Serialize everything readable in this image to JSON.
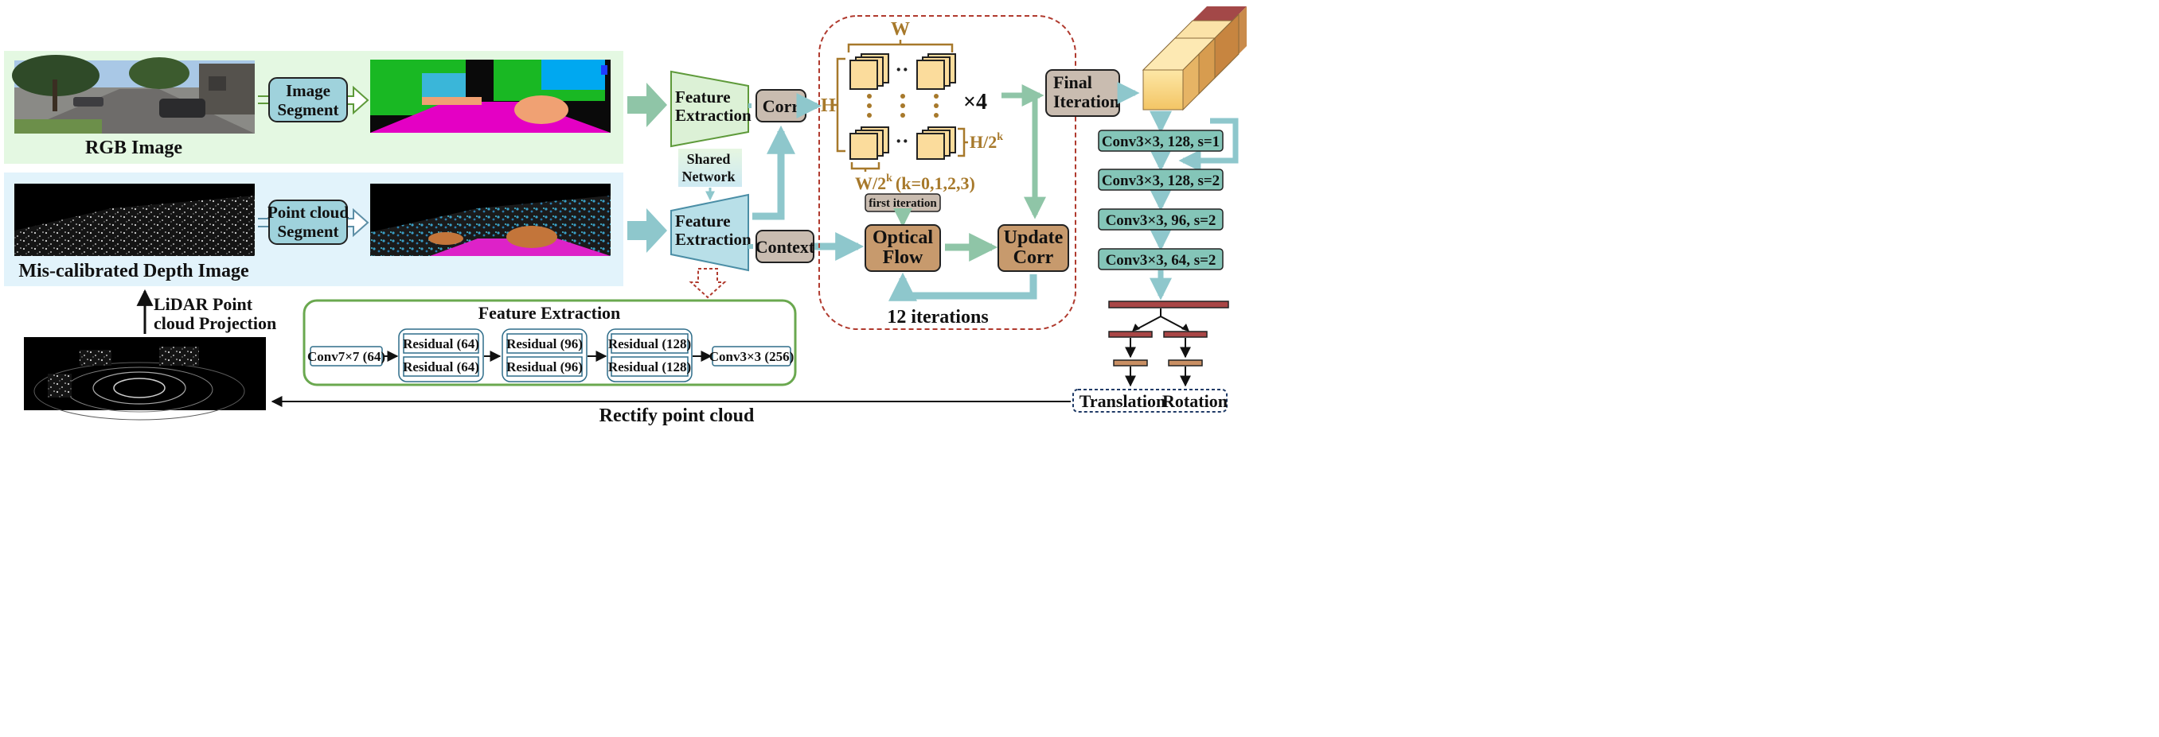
{
  "inputs": {
    "rgb_label": "RGB Image",
    "depth_label": "Mis-calibrated Depth Image",
    "image_segment": [
      "Image",
      "Segment"
    ],
    "pointcloud_segment": [
      "Point cloud",
      "Segment"
    ],
    "lidar_projection": [
      "LiDAR Point",
      "cloud Projection"
    ]
  },
  "encoder": {
    "feature_extraction_top": [
      "Feature",
      "Extraction"
    ],
    "feature_extraction_bottom": [
      "Feature",
      "Extraction"
    ],
    "shared_network": [
      "Shared",
      "Network"
    ],
    "corr": "Corr",
    "context": "Context"
  },
  "pyramid": {
    "w_label": "W",
    "h_label": "H",
    "dots": "··",
    "h_scale": "H/2",
    "h_sup": "k",
    "w_scale": "W/2",
    "w_sup": "k",
    "k_range": "(k=0,1,2,3)",
    "times4": "×4",
    "first_iteration": "first iteration",
    "optical_flow": [
      "Optical",
      "Flow"
    ],
    "update_corr": [
      "Update",
      "Corr"
    ],
    "iterations": "12 iterations"
  },
  "head": {
    "final_iteration": [
      "Final",
      "Iteration"
    ],
    "convs": [
      "Conv3×3, 128, s=1",
      "Conv3×3, 128, s=2",
      "Conv3×3, 96, s=2",
      "Conv3×3, 64, s=2"
    ],
    "translation": "Translation",
    "rotation": "Rotation"
  },
  "feature_extraction_detail": {
    "title": "Feature Extraction",
    "conv_in": "Conv7×7 (64)",
    "residual_groups": [
      [
        "Residual (64)",
        "Residual (64)"
      ],
      [
        "Residual (96)",
        "Residual (96)"
      ],
      [
        "Residual (128)",
        "Residual (128)"
      ]
    ],
    "conv_out": "Conv3×3 (256)"
  },
  "rectify": "Rectify point cloud",
  "colors": {
    "green_panel": "#e4f8e2",
    "blue_panel": "#e2f3fb",
    "teal_box": "#9fd2dc",
    "teal_conv": "#84c5b8",
    "brown_box": "#c79a6d",
    "tan_box": "#c9bcb0",
    "arrow_teal": "#8ec7cc",
    "arrow_green": "#8fc5a7",
    "accent_brown": "#a7792b",
    "dashed_red": "#b03a2e",
    "fe_border": "#6aa84f",
    "bar_red": "#a94646",
    "bar_tan": "#c98f63"
  }
}
